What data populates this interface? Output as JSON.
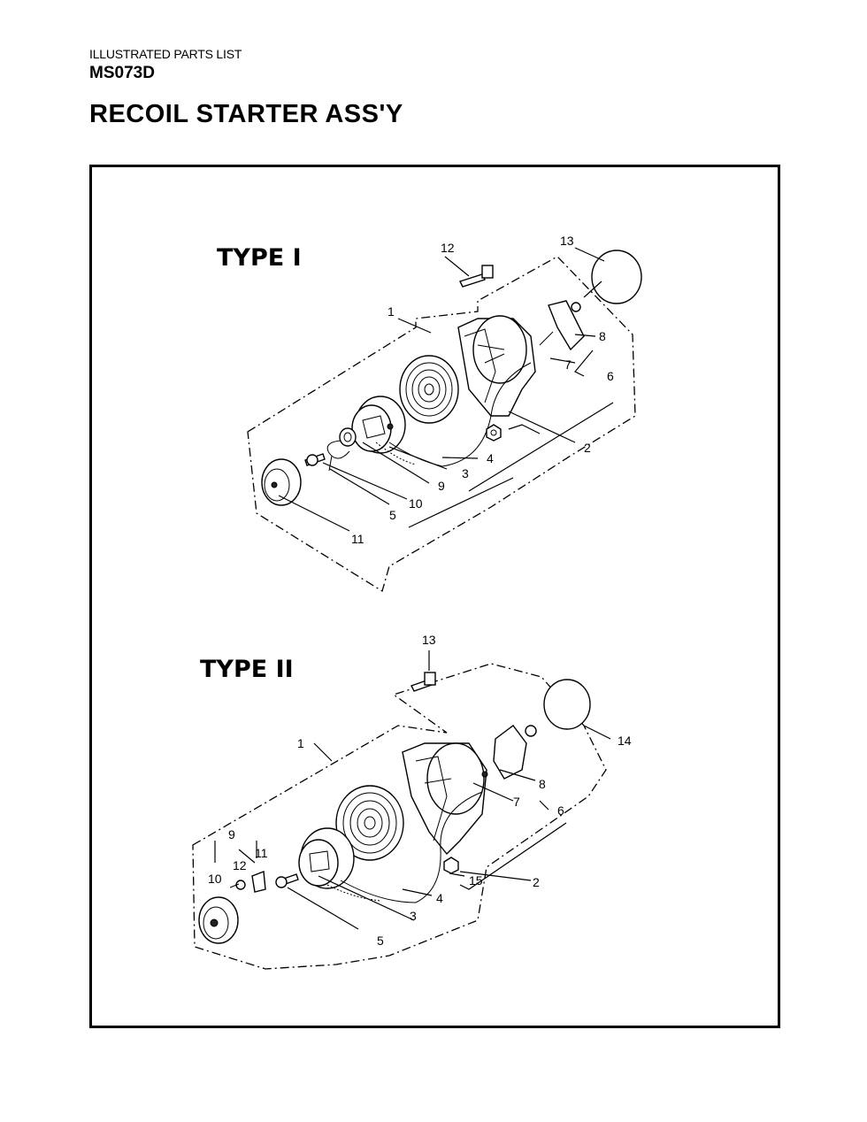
{
  "header": {
    "subtitle": "ILLUSTRATED PARTS LIST",
    "model": "MS073D",
    "title": "RECOIL STARTER ASS'Y"
  },
  "type1": {
    "label": "TYPE I",
    "callouts": [
      "1",
      "2",
      "3",
      "4",
      "5",
      "6",
      "7",
      "8",
      "9",
      "10",
      "11",
      "12",
      "13"
    ]
  },
  "type2": {
    "label": "TYPE II",
    "callouts": [
      "1",
      "2",
      "3",
      "4",
      "5",
      "6",
      "7",
      "8",
      "9",
      "10",
      "11",
      "12",
      "13",
      "14",
      "15"
    ]
  }
}
